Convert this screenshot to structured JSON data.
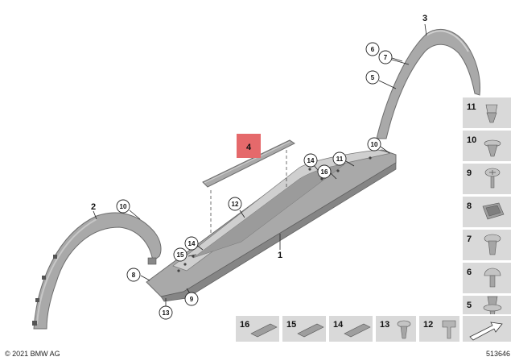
{
  "main_parts": [
    {
      "id": "1",
      "label": "1"
    },
    {
      "id": "2",
      "label": "2"
    },
    {
      "id": "3",
      "label": "3"
    },
    {
      "id": "4",
      "label": "4",
      "highlight_color": "#e5696b"
    }
  ],
  "callouts": [
    {
      "key": "c6",
      "label": "6"
    },
    {
      "key": "c7",
      "label": "7"
    },
    {
      "key": "c5",
      "label": "5"
    },
    {
      "key": "c10r",
      "label": "10"
    },
    {
      "key": "c11",
      "label": "11"
    },
    {
      "key": "c14a",
      "label": "14"
    },
    {
      "key": "c16",
      "label": "16"
    },
    {
      "key": "c12",
      "label": "12"
    },
    {
      "key": "c10l",
      "label": "10"
    },
    {
      "key": "c14b",
      "label": "14"
    },
    {
      "key": "c15",
      "label": "15"
    },
    {
      "key": "c8",
      "label": "8"
    },
    {
      "key": "c9",
      "label": "9"
    },
    {
      "key": "c13",
      "label": "13"
    }
  ],
  "side_panel": [
    "11",
    "10",
    "9",
    "8",
    "7",
    "6",
    "5"
  ],
  "bottom_panel": [
    "16",
    "15",
    "14",
    "13",
    "12"
  ],
  "footer": {
    "copyright": "© 2021 BMW AG",
    "diagram_number": "513646"
  },
  "colors": {
    "part_fill": "#a9a9a9",
    "part_dark": "#858585",
    "part_light": "#cfcfcf",
    "panel_fill": "#d9d9d9",
    "highlight": "#e5696b"
  }
}
